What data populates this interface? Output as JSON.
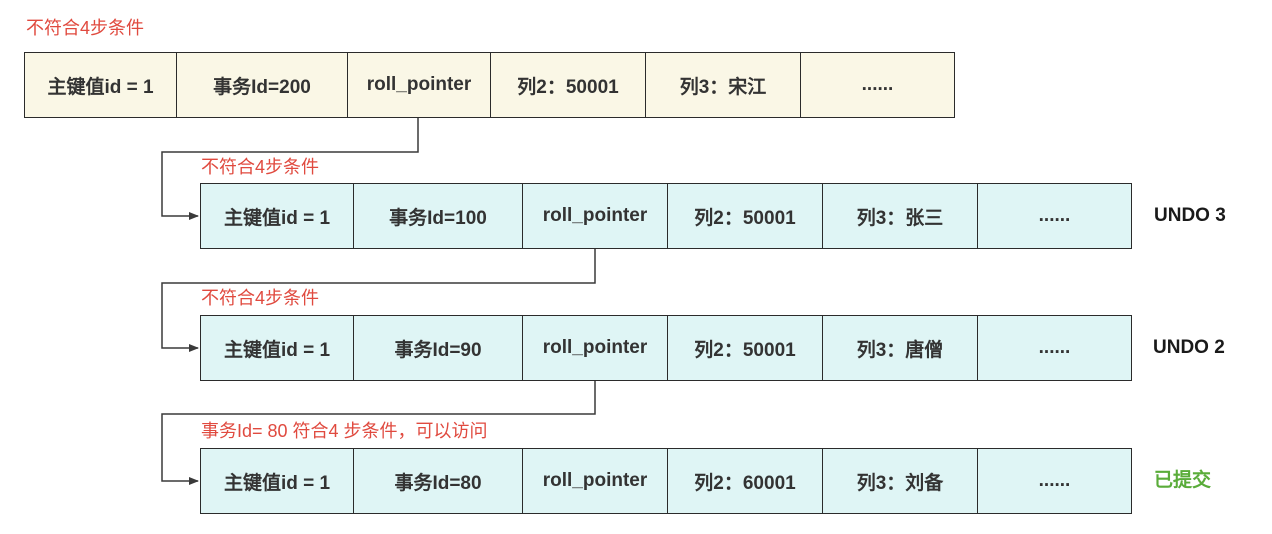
{
  "rows": [
    {
      "note": "不符合4步条件",
      "side_label": "",
      "cells": [
        "主键值id = 1",
        "事务Id=200",
        "roll_pointer",
        "列2：50001",
        "列3：宋江",
        "......"
      ]
    },
    {
      "note": "不符合4步条件",
      "side_label": "UNDO 3",
      "cells": [
        "主键值id = 1",
        "事务Id=100",
        "roll_pointer",
        "列2：50001",
        "列3：张三",
        "......"
      ]
    },
    {
      "note": "不符合4步条件",
      "side_label": "UNDO 2",
      "cells": [
        "主键值id = 1",
        "事务Id=90",
        "roll_pointer",
        "列2：50001",
        "列3：唐僧",
        "......"
      ]
    },
    {
      "note": "事务Id= 80 符合4 步条件，可以访问",
      "side_label": "已提交",
      "cells": [
        "主键值id = 1",
        "事务Id=80",
        "roll_pointer",
        "列2：60001",
        "列3：刘备",
        "......"
      ]
    }
  ],
  "colors": {
    "note": "#e04a3f",
    "current_row_fill": "#faf7e6",
    "undo_row_fill": "#dff5f5",
    "committed_label": "#5aac3a"
  }
}
